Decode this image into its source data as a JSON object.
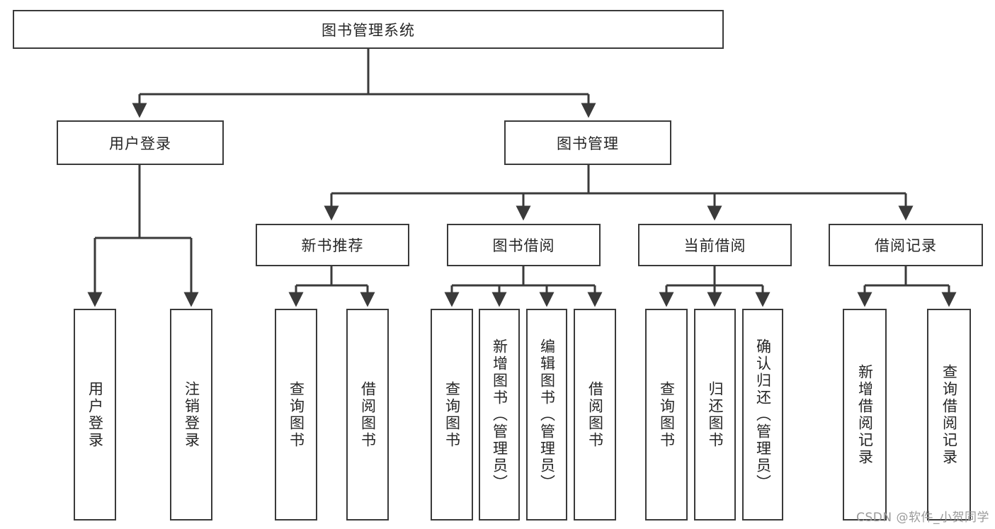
{
  "diagram": {
    "title": "图书管理系统",
    "watermark": "CSDN @软件_小贺同学",
    "stroke_color": "#3a3a3a",
    "text_color": "#262626",
    "background": "#ffffff",
    "levels": {
      "root": {
        "label": "图书管理系统"
      },
      "level2": [
        {
          "label": "用户登录"
        },
        {
          "label": "图书管理"
        }
      ],
      "level3": [
        {
          "label": "新书推荐"
        },
        {
          "label": "图书借阅"
        },
        {
          "label": "当前借阅"
        },
        {
          "label": "借阅记录"
        }
      ],
      "leaves": {
        "user_login": [
          {
            "label": "用户登录"
          },
          {
            "label": "注销登录"
          }
        ],
        "new_book": [
          {
            "label": "查询图书"
          },
          {
            "label": "借阅图书"
          }
        ],
        "book_borrow": [
          {
            "label": "查询图书"
          },
          {
            "label": "新增图书（管理员）"
          },
          {
            "label": "编辑图书（管理员）"
          },
          {
            "label": "借阅图书"
          }
        ],
        "current_borrow": [
          {
            "label": "查询图书"
          },
          {
            "label": "归还图书"
          },
          {
            "label": "确认归还（管理员）"
          }
        ],
        "borrow_record": [
          {
            "label": "新增借阅记录"
          },
          {
            "label": "查询借阅记录"
          }
        ]
      }
    }
  }
}
